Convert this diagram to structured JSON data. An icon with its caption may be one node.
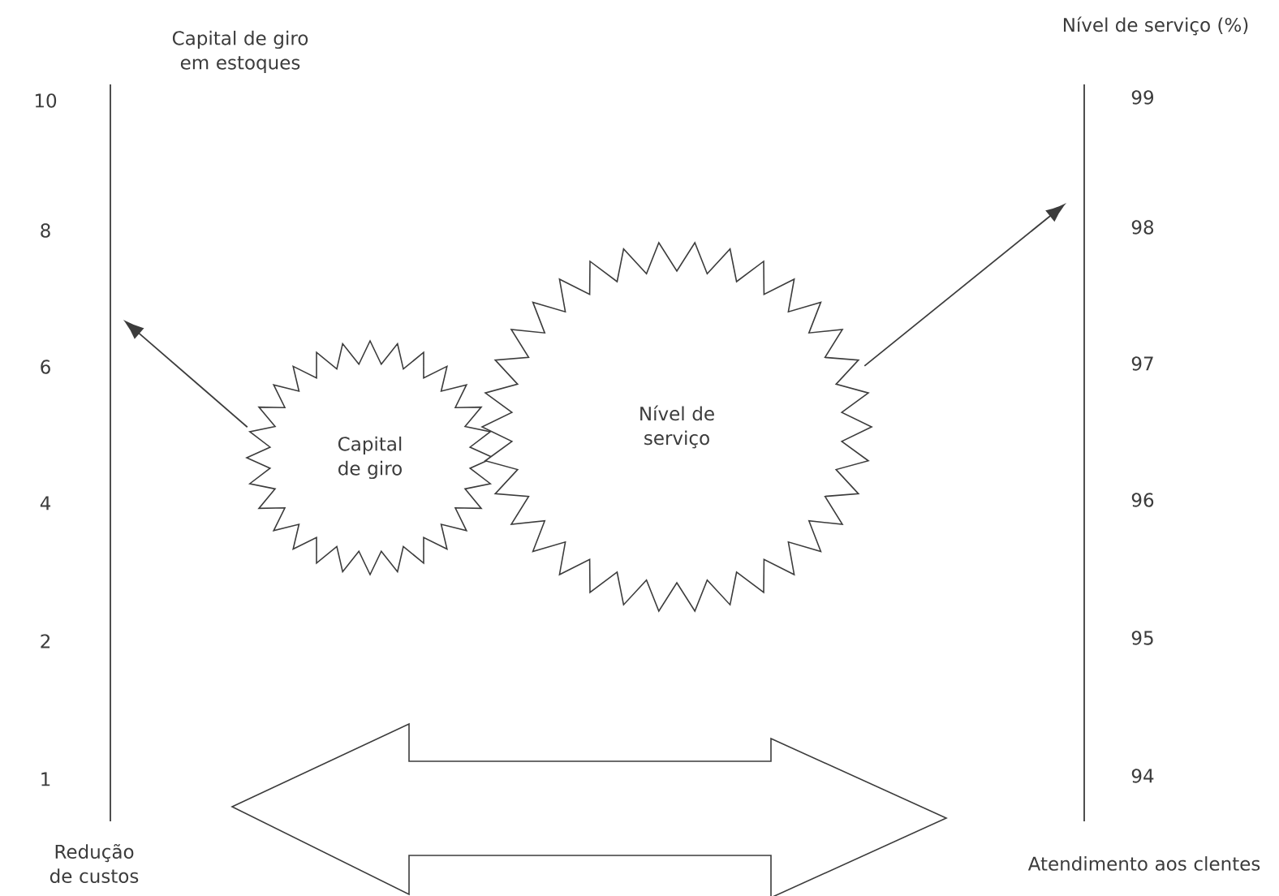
{
  "diagram": {
    "nodes": [
      {
        "text": [
          "Capital de giro"
        ]
      },
      {
        "text": [
          "Nível de serviço"
        ]
      }
    ],
    "edges": [
      {
        "from": 0,
        "to": null,
        "arrow": "to"
      },
      {
        "from": 1,
        "to": null,
        "arrow": "to"
      }
    ],
    "labels": [
      "Capital de giro em estoques",
      "10",
      "8",
      "6",
      "4",
      "2",
      "1",
      "Redução de custos",
      "Nível de serviço (%)",
      "99",
      "98",
      "97",
      "96",
      "95",
      "94",
      "Atendimento aos clentes"
    ]
  }
}
